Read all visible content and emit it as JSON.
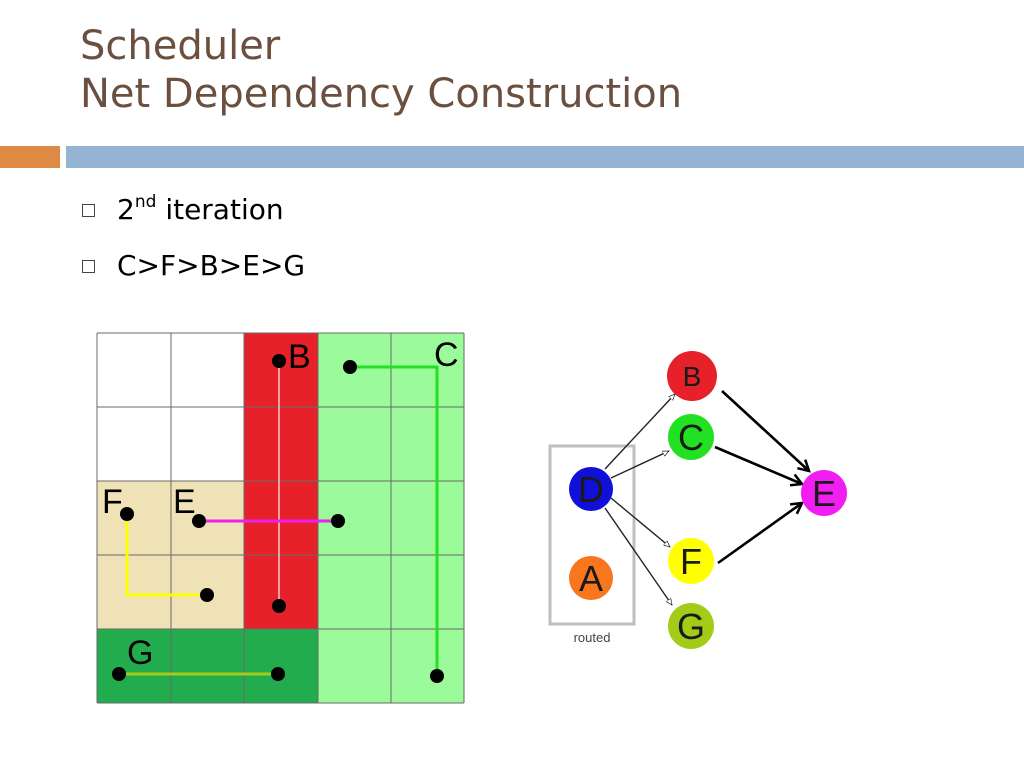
{
  "title": {
    "line1": "Scheduler",
    "line2": "Net Dependency Construction"
  },
  "bullets": {
    "item1": {
      "main": "2",
      "superscript": "nd",
      "rest": "iteration"
    },
    "item2": "C>F>B>E>G"
  },
  "grid": {
    "labels": {
      "b": "B",
      "c": "C",
      "f": "F",
      "e": "E",
      "g": "G"
    }
  },
  "graph": {
    "nodes": {
      "b": "B",
      "c": "C",
      "d": "D",
      "a": "A",
      "e": "E",
      "f": "F",
      "g": "G"
    },
    "routed_label": "routed"
  },
  "colors": {
    "title": "#6b4f3f",
    "accent_orange": "#de8a45",
    "accent_blue": "#95b3d2",
    "net_b": "#e62129",
    "net_c": "#22e022",
    "net_d": "#1010d8",
    "net_a": "#f7761e",
    "net_e": "#f01ef0",
    "net_f": "#ffff00",
    "net_g": "#a3cc19",
    "region_green_light": "#9bfb9b",
    "region_green_dark": "#22ac4d",
    "region_tan": "#efe2b6"
  }
}
